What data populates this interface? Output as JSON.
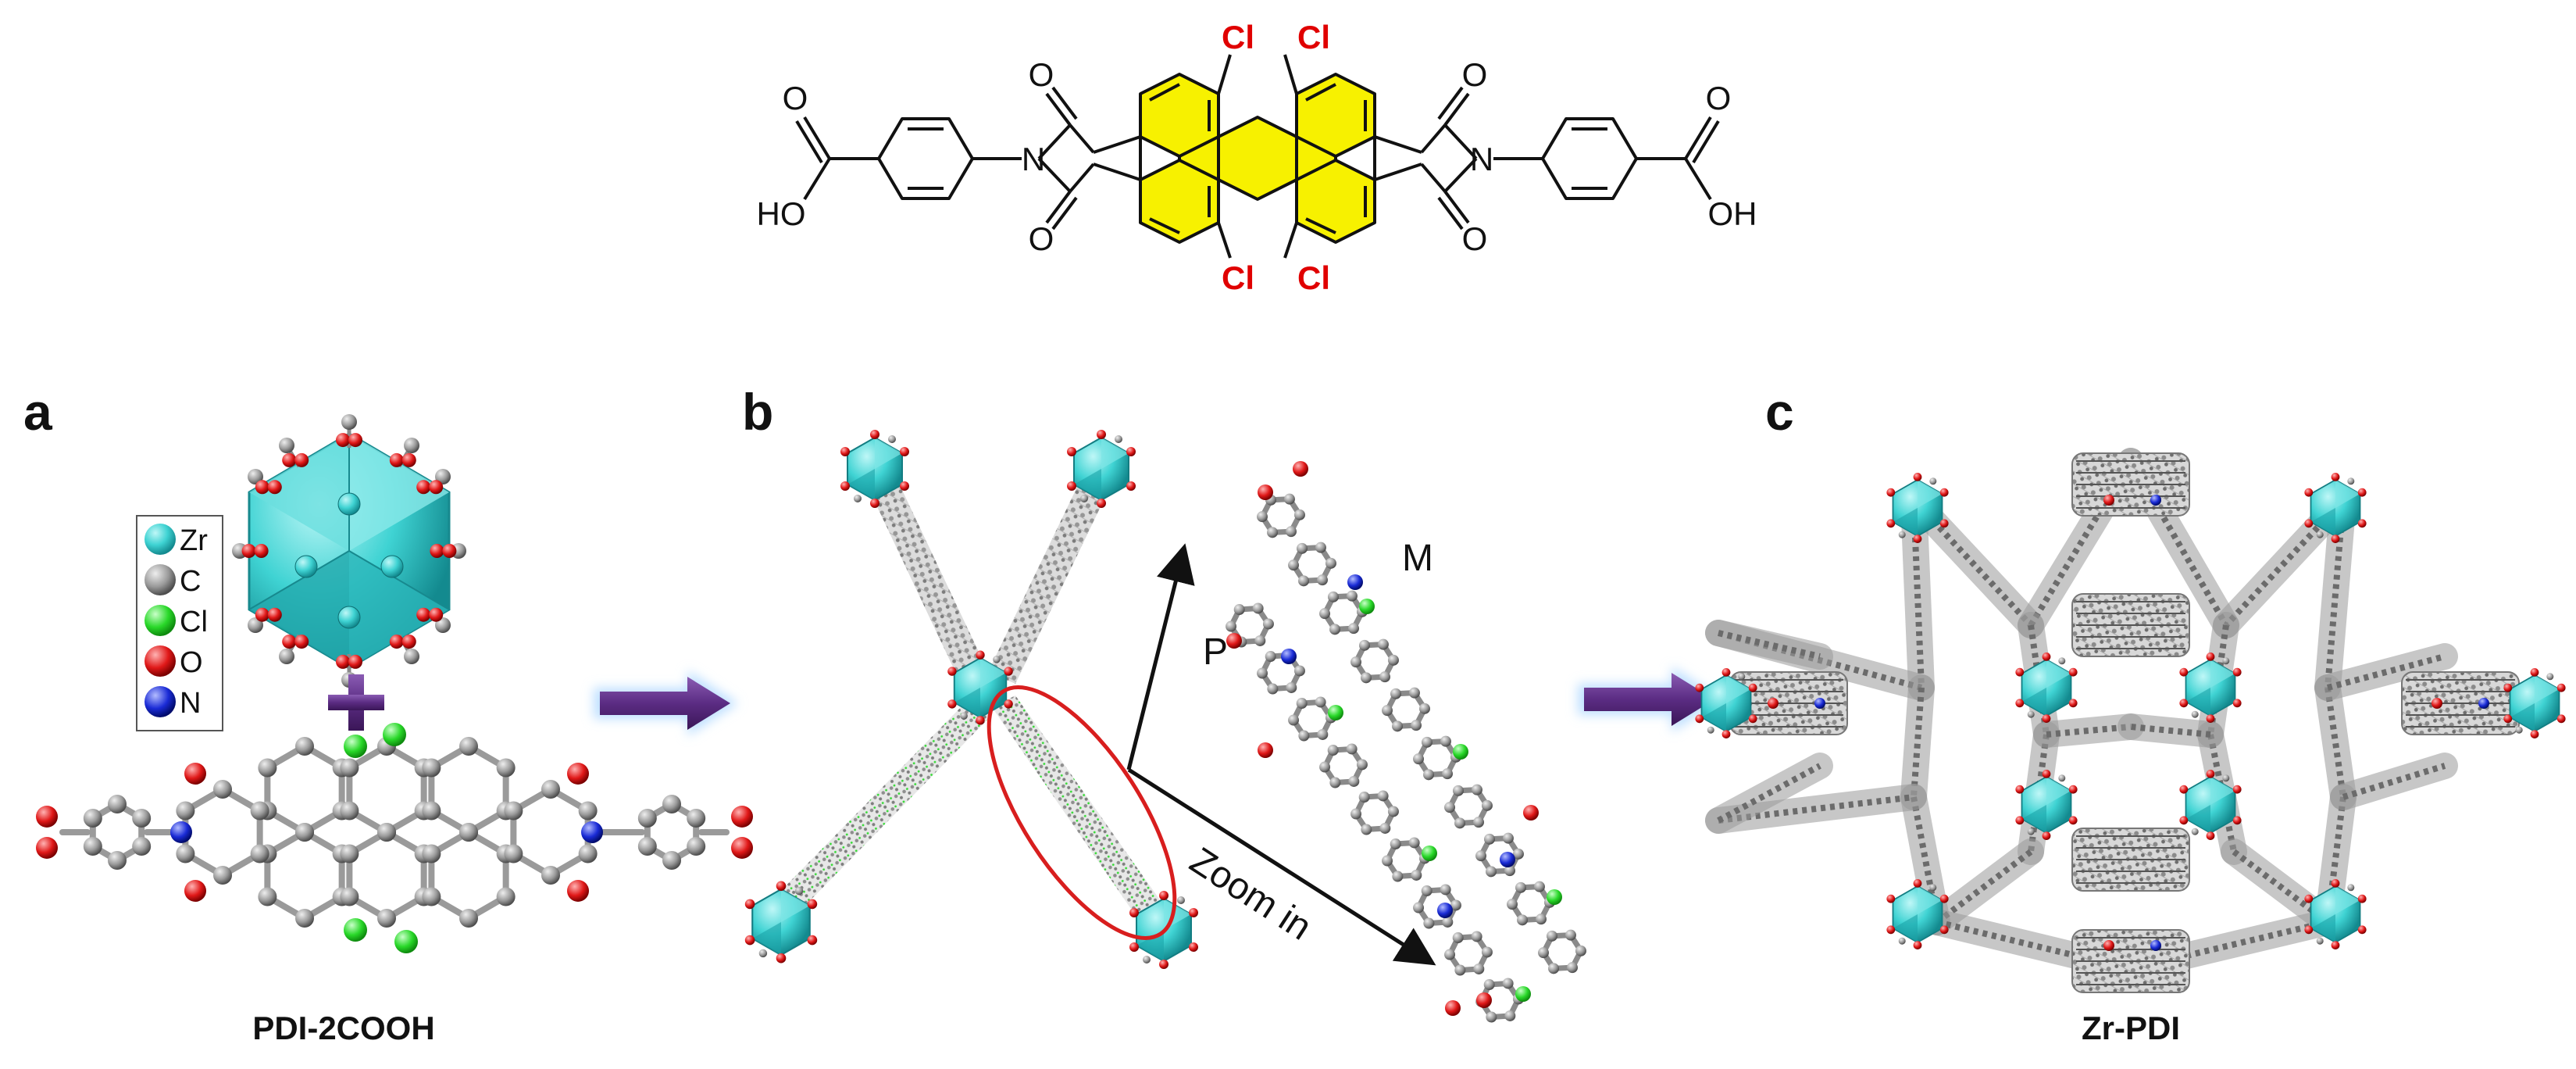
{
  "colors": {
    "background": "#ffffff",
    "bond": "#111111",
    "aromatic_core": "#f7f100",
    "chlorine_label": "#e00000",
    "zr": "#3fd3d3",
    "zr_dark": "#1aa3a8",
    "carbon": "#8a8a8a",
    "chlorine_atom": "#29d829",
    "oxygen": "#e01818",
    "nitrogen": "#1a2bd6",
    "arrow_purple": "#5b2c83",
    "arrow_glow": "#bfe0ff",
    "ellipse": "#d81e1e"
  },
  "structure": {
    "cl_top_left": "Cl",
    "cl_top_right": "Cl",
    "cl_bottom_left": "Cl",
    "cl_bottom_right": "Cl",
    "n_left": "N",
    "n_right": "N",
    "o_top_left": "O",
    "o_top_right": "O",
    "o_bottom_left": "O",
    "o_bottom_right": "O",
    "acid_o_left": "O",
    "acid_ho_left": "HO",
    "acid_o_right": "O",
    "acid_oh_right": "OH"
  },
  "panel_a": {
    "label": "a",
    "caption": "PDI-2COOH",
    "legend": [
      {
        "symbol": "Zr",
        "color": "#3fd3d3",
        "name": "legend-zr"
      },
      {
        "symbol": "C",
        "color": "#8a8a8a",
        "name": "legend-c"
      },
      {
        "symbol": "Cl",
        "color": "#29d829",
        "name": "legend-cl"
      },
      {
        "symbol": "O",
        "color": "#e01818",
        "name": "legend-o"
      },
      {
        "symbol": "N",
        "color": "#1a2bd6",
        "name": "legend-n"
      }
    ],
    "plus_icon": "plus-icon"
  },
  "panel_b": {
    "label": "b",
    "label_m": "M",
    "label_p": "P",
    "zoom_label": "Zoom in"
  },
  "panel_c": {
    "label": "c",
    "caption": "Zr-PDI"
  }
}
